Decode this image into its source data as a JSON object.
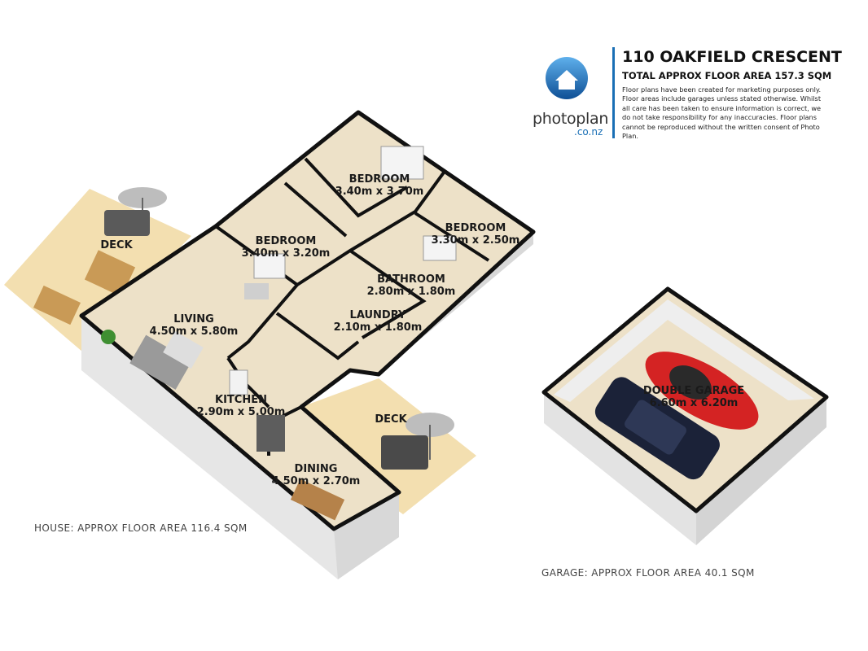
{
  "header": {
    "brand": "photoplan",
    "domain": ".co.nz",
    "address": "110 OAKFIELD CRESCENT",
    "total_area": "TOTAL APPROX FLOOR AREA 157.3 SQM",
    "disclaimer": "Floor plans have been created for marketing purposes only. Floor areas include garages unless stated otherwise. Whilst all care has been taken to ensure information is correct, we do not take responsibility for any inaccuracies. Floor plans cannot be reproduced without the written consent of Photo Plan."
  },
  "notes": {
    "house_area": "HOUSE: APPROX FLOOR AREA 116.4 SQM",
    "garage_area": "GARAGE: APPROX FLOOR AREA 40.1 SQM"
  },
  "rooms": {
    "deck_west": {
      "name": "DECK"
    },
    "deck_south": {
      "name": "DECK"
    },
    "bedroom_1": {
      "name": "BEDROOM",
      "dims": "3.40m x 3.70m"
    },
    "bedroom_2": {
      "name": "BEDROOM",
      "dims": "3.40m x 3.20m"
    },
    "bedroom_3": {
      "name": "BEDROOM",
      "dims": "3.30m x 2.50m"
    },
    "bathroom": {
      "name": "BATHROOM",
      "dims": "2.80m x 1.80m"
    },
    "laundry": {
      "name": "LAUNDRY",
      "dims": "2.10m x 1.80m"
    },
    "living": {
      "name": "LIVING",
      "dims": "4.50m x 5.80m"
    },
    "kitchen": {
      "name": "KITCHEN",
      "dims": "2.90m x 5.00m"
    },
    "dining": {
      "name": "DINING",
      "dims": "4.50m x 2.70m"
    },
    "garage": {
      "name": "DOUBLE GARAGE",
      "dims": "6.60m x 6.20m"
    }
  },
  "colors": {
    "floor": "#ede1c8",
    "deck": "#f3dfb0",
    "wall_top": "#111111",
    "wall_side": "#e8e8e8",
    "brand_blue": "#1a6fb5",
    "car_red": "#d42323",
    "car_navy": "#1b2238"
  }
}
